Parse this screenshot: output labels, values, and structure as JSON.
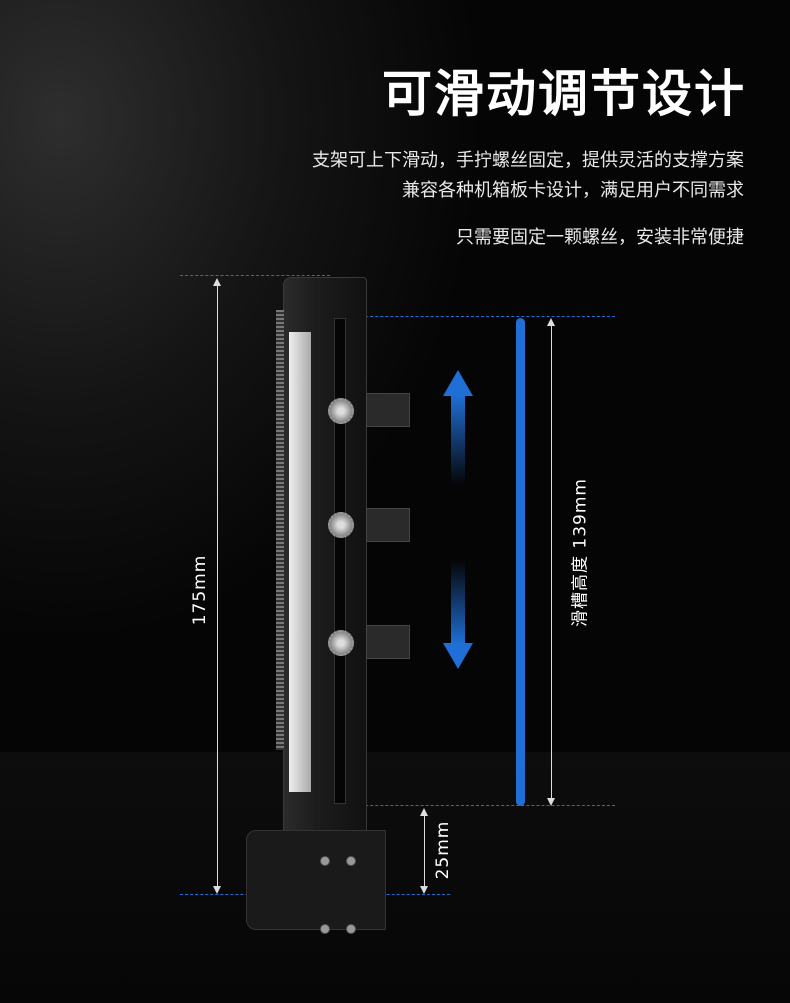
{
  "title": "可滑动调节设计",
  "description": [
    "支架可上下滑动，手拧螺丝固定，提供灵活的支撑方案",
    "兼容各种机箱板卡设计，满足用户不同需求",
    "只需要固定一颗螺丝，安装非常便捷"
  ],
  "dimensions": {
    "total": "175mm",
    "slot": "滑槽高度 139mm",
    "base": "25mm"
  },
  "colors": {
    "accent": "#1f6fd6",
    "background": "#0a0a0a"
  }
}
